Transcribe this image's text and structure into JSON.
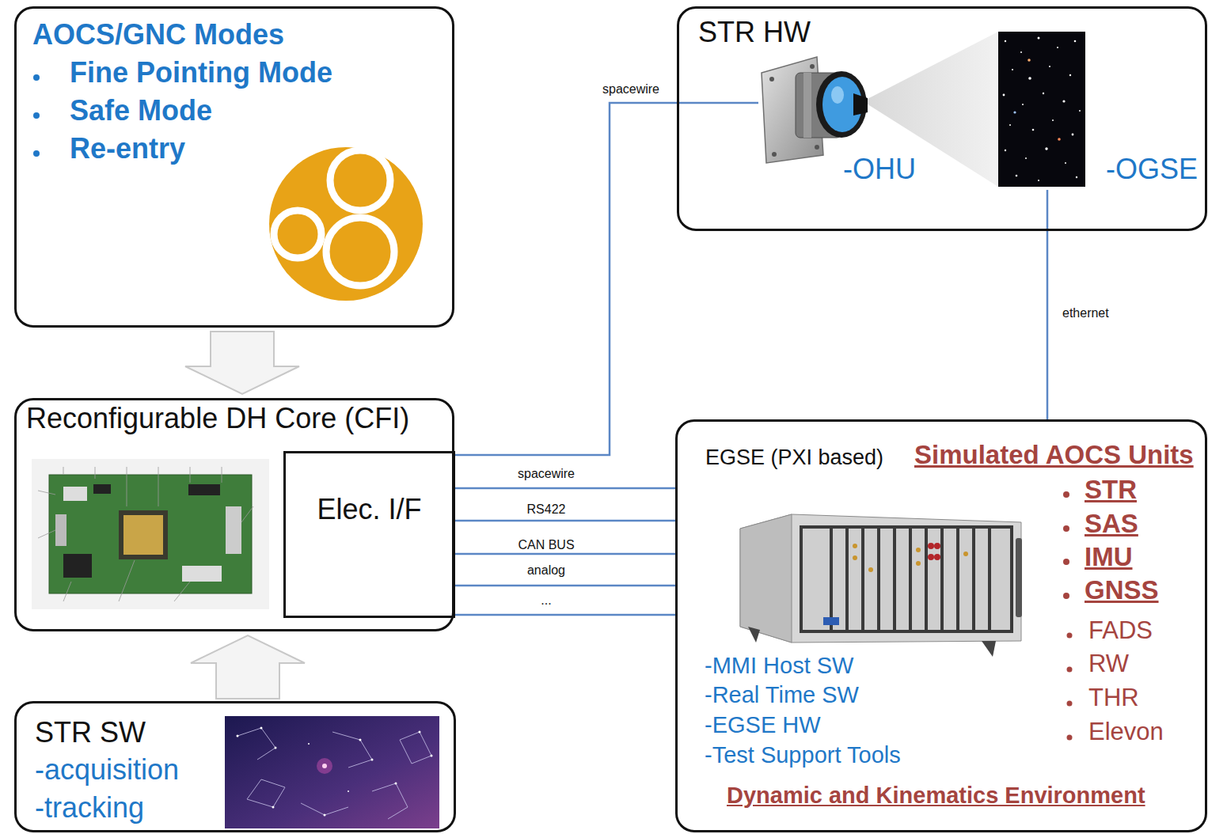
{
  "diagram": {
    "nodes": [
      {
        "text": [
          "AOCS/GNC Modes",
          "Fine Pointing Mode",
          "Safe Mode",
          "Re-entry"
        ]
      },
      {
        "text": [
          "STR HW"
        ]
      },
      {
        "text": [
          "-OHU"
        ],
        "in": 1
      },
      {
        "text": [
          "-OGSE"
        ],
        "in": 1
      },
      {
        "text": [
          "Reconfigurable DH Core (CFI)"
        ]
      },
      {
        "text": [
          "Elec. I/F"
        ],
        "in": 4
      },
      {
        "text": [
          "EGSE (PXI based)",
          "Simulated AOCS Units",
          "STR",
          "SAS",
          "IMU",
          "GNSS",
          "FADS",
          "RW",
          "THR",
          "Elevon",
          "-MMI Host SW",
          "-Real Time SW",
          "-EGSE HW",
          "-Test Support Tools",
          "Dynamic and Kinematics Environment"
        ]
      },
      {
        "text": [
          "STR SW",
          "-acquisition",
          "-tracking"
        ]
      }
    ],
    "edges": [
      {
        "from": 5,
        "to": 2,
        "label": "spacewire",
        "arrow": "none"
      },
      {
        "from": 3,
        "to": 6,
        "label": "ethernet",
        "arrow": "none"
      },
      {
        "from": 5,
        "to": 6,
        "label": "spacewire",
        "arrow": "none"
      },
      {
        "from": 5,
        "to": 6,
        "label": "RS422",
        "arrow": "none"
      },
      {
        "from": 5,
        "to": 6,
        "label": "CAN BUS",
        "arrow": "none"
      },
      {
        "from": 5,
        "to": 6,
        "label": "analog",
        "arrow": "none"
      },
      {
        "from": 5,
        "to": 6,
        "label": "...",
        "arrow": "none"
      },
      {
        "from": 0,
        "to": 4,
        "arrow": "to"
      },
      {
        "from": 7,
        "to": 4,
        "arrow": "to"
      }
    ]
  }
}
